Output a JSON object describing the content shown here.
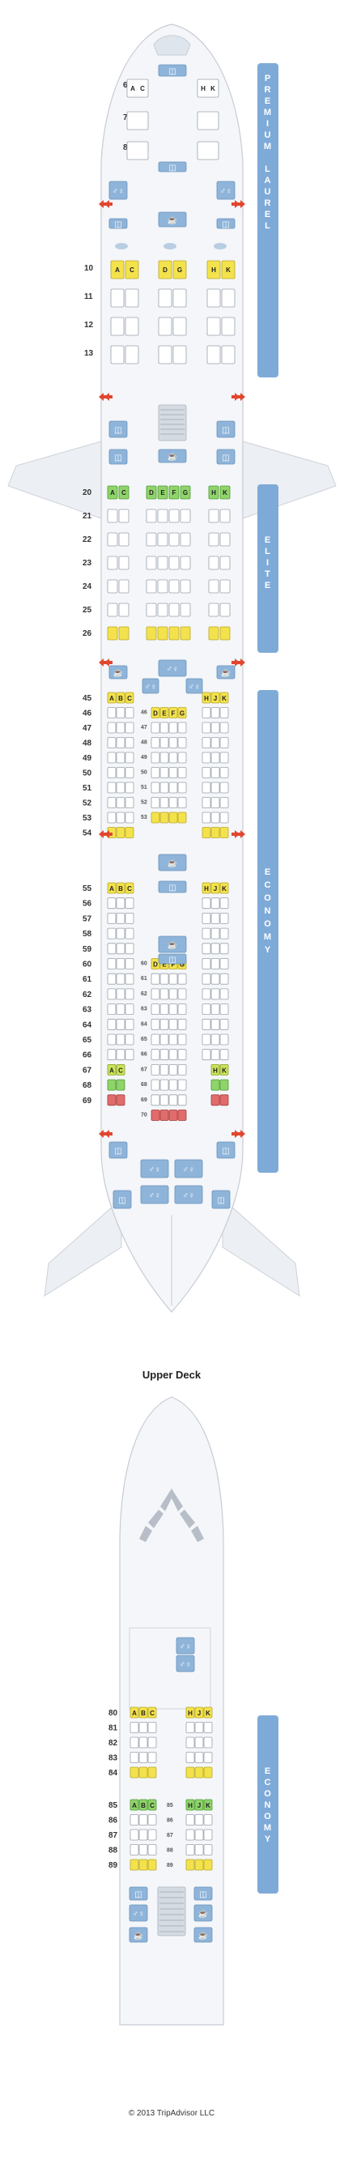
{
  "main_deck": {
    "cabins": [
      {
        "name": "PREMIUM LAUREL",
        "letters": [
          "P",
          "R",
          "E",
          "M",
          "I",
          "U",
          "M",
          "",
          "L",
          "A",
          "U",
          "R",
          "E",
          "L"
        ]
      },
      {
        "name": "ELITE",
        "letters": [
          "E",
          "L",
          "I",
          "T",
          "E"
        ]
      },
      {
        "name": "ECONOMY",
        "letters": [
          "E",
          "C",
          "O",
          "N",
          "O",
          "M",
          "Y"
        ]
      }
    ],
    "premium_rows_top": [
      {
        "row": "6",
        "left": "A C",
        "right": "H K",
        "left_letters": [
          "A",
          "C"
        ],
        "right_letters": [
          "H",
          "K"
        ]
      },
      {
        "row": "7"
      },
      {
        "row": "8"
      }
    ],
    "premium_rows": [
      {
        "row": "10",
        "left_letters": [
          "A",
          "C"
        ],
        "mid_letters": [
          "D",
          "G"
        ],
        "right_letters": [
          "H",
          "K"
        ]
      },
      {
        "row": "11"
      },
      {
        "row": "12"
      },
      {
        "row": "13"
      }
    ],
    "elite_rows": [
      "20",
      "21",
      "22",
      "23",
      "24",
      "25",
      "26"
    ],
    "elite_letters": {
      "left": [
        "A",
        "C"
      ],
      "mid": [
        "D",
        "E",
        "F",
        "G"
      ],
      "right": [
        "H",
        "K"
      ]
    },
    "econ1_rows": [
      "45",
      "46",
      "47",
      "48",
      "49",
      "50",
      "51",
      "52",
      "53",
      "54"
    ],
    "econ1_mid_rows": [
      "46",
      "47",
      "48",
      "49",
      "50",
      "51",
      "52",
      "53"
    ],
    "econ1_letters": {
      "left": [
        "A",
        "B",
        "C"
      ],
      "mid": [
        "D",
        "E",
        "F",
        "G"
      ],
      "right": [
        "H",
        "J",
        "K"
      ]
    },
    "econ2_rows": [
      "55",
      "56",
      "57",
      "58",
      "59",
      "60",
      "61",
      "62",
      "63",
      "64",
      "65",
      "66",
      "67",
      "68",
      "69"
    ],
    "econ2_mid_rows": [
      "60",
      "61",
      "62",
      "63",
      "64",
      "65",
      "66",
      "67",
      "68",
      "69",
      "70"
    ],
    "econ2_letters": {
      "left": [
        "A",
        "B",
        "C"
      ],
      "mid": [
        "D",
        "E",
        "F",
        "G"
      ],
      "right": [
        "H",
        "J",
        "K"
      ]
    },
    "econ2_67_letters": {
      "left": [
        "A",
        "C"
      ],
      "right": [
        "H",
        "K"
      ]
    }
  },
  "upper_deck": {
    "title": "Upper Deck",
    "cabin": {
      "name": "ECONOMY",
      "letters": [
        "E",
        "C",
        "O",
        "N",
        "O",
        "M",
        "Y"
      ]
    },
    "rows_a": [
      "80",
      "81",
      "82",
      "83",
      "84"
    ],
    "rows_b": [
      "85",
      "86",
      "87",
      "88",
      "89"
    ],
    "mid_rows_b": [
      "85",
      "86",
      "87",
      "88",
      "89"
    ],
    "letters": {
      "left": [
        "A",
        "B",
        "C"
      ],
      "right": [
        "H",
        "J",
        "K"
      ]
    }
  },
  "copyright": "© 2013 TripAdvisor LLC",
  "colors": {
    "cabin_bar": "#7eaad8",
    "seat_yellow": "#f4e24c",
    "seat_green": "#8fd46a",
    "seat_red": "#e06c6c",
    "facility_blue": "#8fb4d9",
    "exit_red": "#e2462e"
  },
  "icons": [
    "lavatory-icon",
    "galley-icon",
    "closet-icon",
    "bassinet-icon",
    "exit-arrow-icon",
    "stairs-icon"
  ]
}
